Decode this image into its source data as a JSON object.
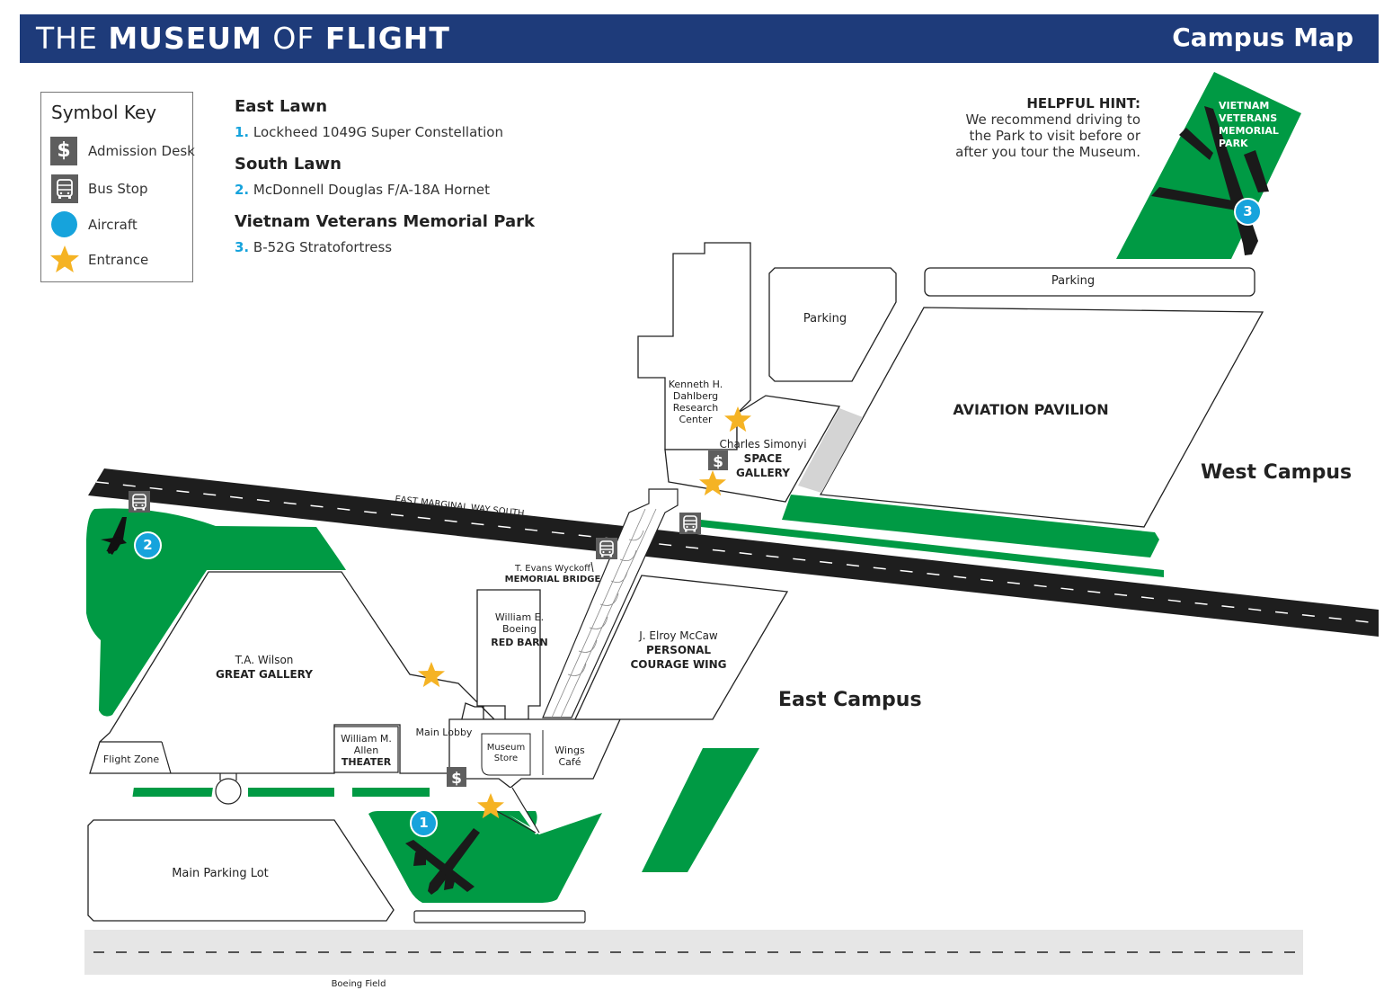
{
  "header": {
    "brand_pre": "THE ",
    "brand_b1": "MUSEUM",
    "brand_mid": " OF ",
    "brand_b2": "FLIGHT",
    "title": "Campus Map"
  },
  "symbol_key": {
    "title": "Symbol Key",
    "items": [
      {
        "label": "Admission Desk",
        "icon": "dollar-icon",
        "glyph": "$"
      },
      {
        "label": "Bus Stop",
        "icon": "bus-icon"
      },
      {
        "label": "Aircraft",
        "icon": "aircraft-dot-icon"
      },
      {
        "label": "Entrance",
        "icon": "star-icon"
      }
    ]
  },
  "legend": {
    "sections": [
      {
        "heading": "East Lawn",
        "num": "1.",
        "item": " Lockheed 1049G Super Constellation"
      },
      {
        "heading": "South Lawn",
        "num": "2.",
        "item": " McDonnell Douglas F/A-18A Hornet"
      },
      {
        "heading": "Vietnam Veterans Memorial Park",
        "num": "3.",
        "item": " B-52G Stratofortress"
      }
    ]
  },
  "hint": {
    "title": "HELPFUL HINT:",
    "line1": "We recommend driving to",
    "line2": "the Park to visit before or",
    "line3": "after you tour the Museum."
  },
  "park": {
    "l1": "VIETNAM",
    "l2": "VETERANS",
    "l3": "MEMORIAL",
    "l4": "PARK"
  },
  "aircraft_numbers": [
    "1",
    "2",
    "3"
  ],
  "labels": {
    "parking_upper": "Parking",
    "parking_top": "Parking",
    "aviation_pavilion": "AVIATION PAVILION",
    "west_campus": "West Campus",
    "east_campus": "East Campus",
    "dahlberg": [
      "Kenneth H.",
      "Dahlberg",
      "Research",
      "Center"
    ],
    "space_gallery": [
      "Charles Simonyi",
      "SPACE",
      "GALLERY"
    ],
    "road": "EAST MARGINAL WAY SOUTH",
    "bridge": [
      "T. Evans Wyckoff",
      "MEMORIAL BRIDGE"
    ],
    "red_barn": [
      "William E.",
      "Boeing",
      "RED BARN"
    ],
    "courage_wing": [
      "J. Elroy McCaw",
      "PERSONAL",
      "COURAGE WING"
    ],
    "great_gallery": [
      "T.A. Wilson",
      "GREAT GALLERY"
    ],
    "flight_zone": "Flight Zone",
    "theater": [
      "William M.",
      "Allen",
      "THEATER"
    ],
    "main_lobby": "Main Lobby",
    "museum_store": [
      "Museum",
      "Store"
    ],
    "wings_cafe": [
      "Wings",
      "Café"
    ],
    "main_parking": "Main Parking Lot",
    "boeing_field": "Boeing Field"
  },
  "colors": {
    "header_bg": "#1e3b7a",
    "green": "#009a44",
    "aircraft_dot": "#16a3dc",
    "star": "#f5b324",
    "road": "#1e1e1e",
    "icon_bg": "#5e5e5e"
  }
}
